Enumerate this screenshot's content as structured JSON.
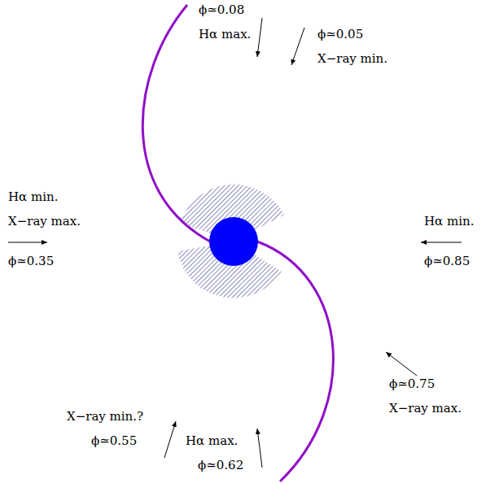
{
  "diagram": {
    "labels": [
      "ϕ≃0.08",
      "Hα max.",
      "ϕ≃0.05",
      "X−ray min.",
      "Hα min.",
      "X−ray max.",
      "ϕ≃0.35",
      "Hα min.",
      "ϕ≃0.85",
      "ϕ≃0.75",
      "X−ray max.",
      "X−ray min.?",
      "ϕ≃0.55",
      "Hα max.",
      "ϕ≃0.62"
    ]
  }
}
